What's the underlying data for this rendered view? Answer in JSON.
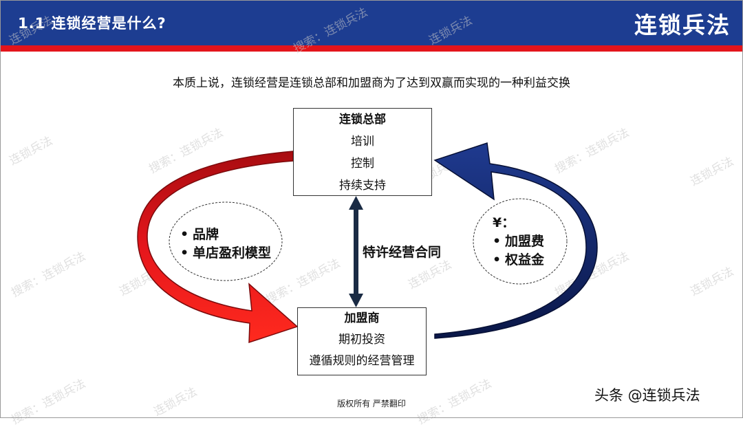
{
  "header": {
    "section_title": "1.1  连锁经营是什么?",
    "brand": "连锁兵法",
    "bar_color": "#1d3d91",
    "stripe_color": "#e3141b"
  },
  "subtitle": "本质上说，连锁经营是连锁总部和加盟商为了达到双赢而实现的一种利益交换",
  "hq_box": {
    "title": "连锁总部",
    "items": [
      "培训",
      "控制",
      "持续支持"
    ]
  },
  "franchisee_box": {
    "title": "加盟商",
    "items": [
      "期初投资",
      "遵循规则的经营管理"
    ]
  },
  "left_oval": {
    "items": [
      "品牌",
      "单店盈利模型"
    ]
  },
  "right_oval": {
    "heading": "¥：",
    "items": [
      "加盟费",
      "权益金"
    ]
  },
  "contract_label": "特许经营合同",
  "footer": {
    "copyright": "版权所有  严禁翻印",
    "watermark": "头条 @连锁兵法"
  },
  "background_watermark": {
    "texts": [
      "连锁兵法",
      "搜索：连锁兵法"
    ]
  },
  "colors": {
    "left_arrow": "#e0141b",
    "right_arrow": "#0d1f5c",
    "contract_arrow": "#1a2b44"
  }
}
